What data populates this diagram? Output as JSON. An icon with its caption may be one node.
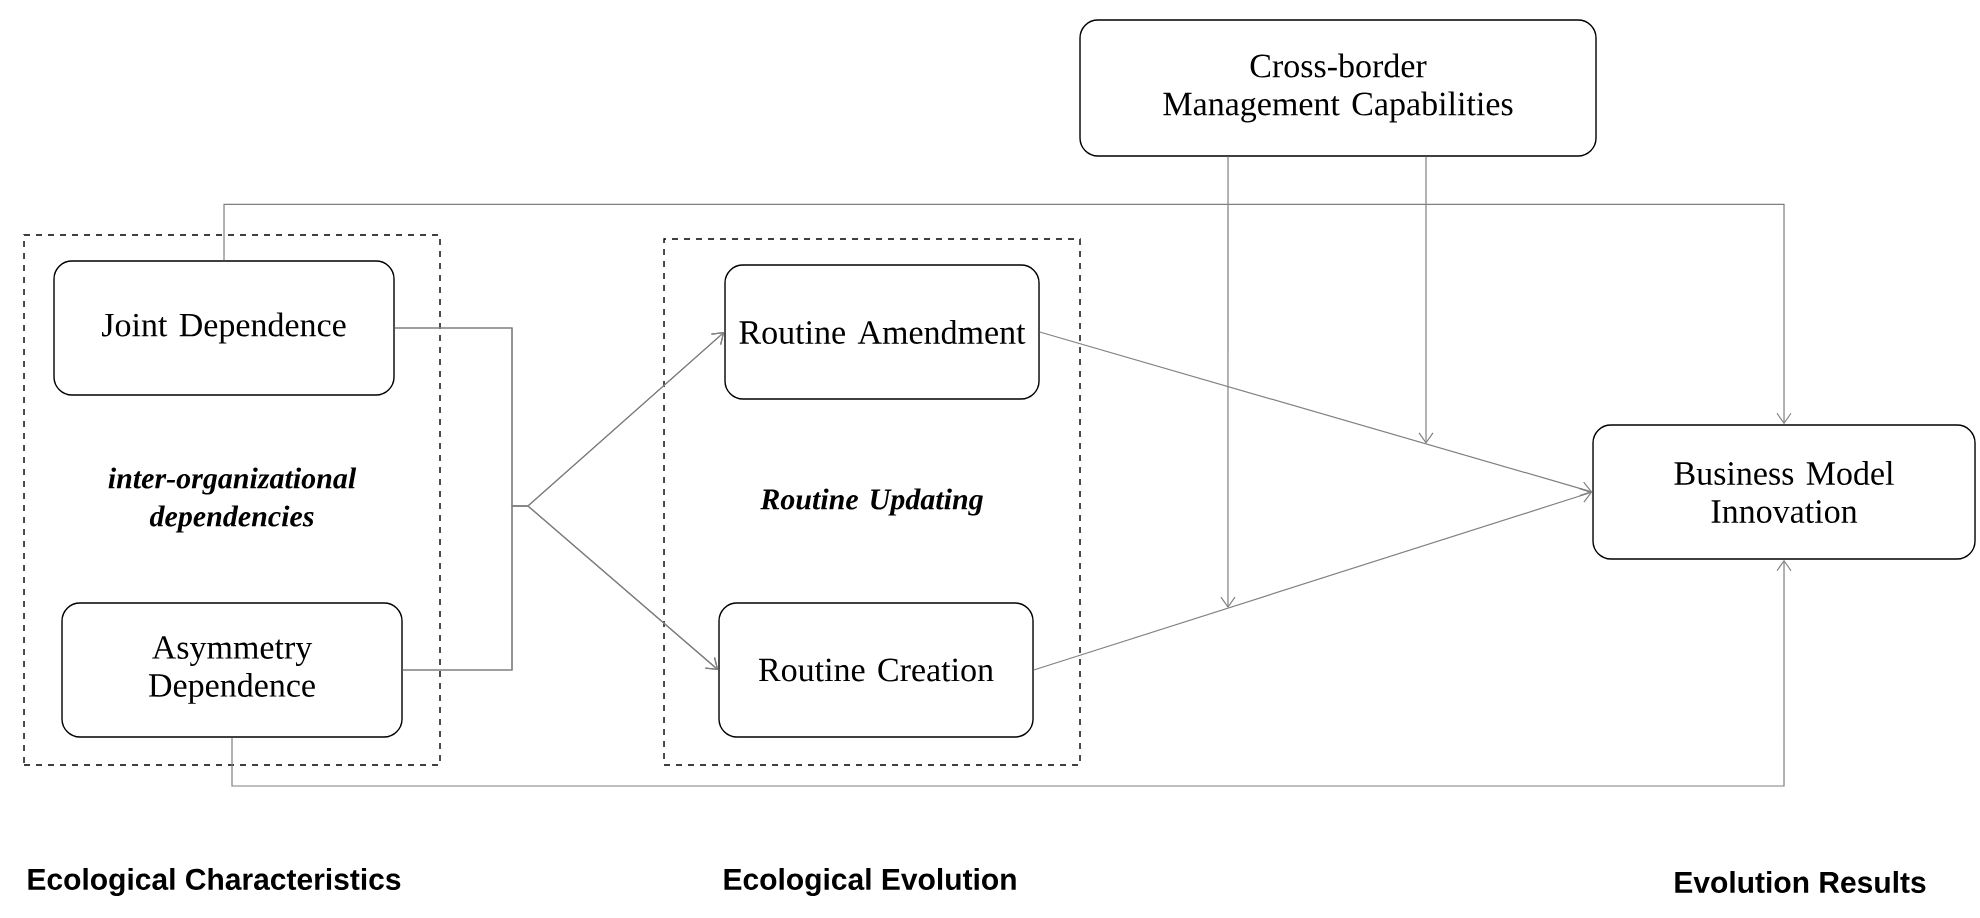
{
  "diagram": {
    "nodes": [
      {
        "text": [
          "inter-organizational dependencies"
        ]
      },
      {
        "text": [
          "Joint Dependence"
        ],
        "in": 0
      },
      {
        "text": [
          "Asymmetry Dependence"
        ],
        "in": 0
      },
      {
        "text": [
          "Routine Updating"
        ]
      },
      {
        "text": [
          "Routine Amendment"
        ],
        "in": 3
      },
      {
        "text": [
          "Routine Creation"
        ],
        "in": 3
      },
      {
        "text": [
          "Cross-border Management Capabilities"
        ]
      },
      {
        "text": [
          "Business Model Innovation"
        ]
      }
    ],
    "edges": [
      {
        "from": 1,
        "to": 4,
        "arrow": "to"
      },
      {
        "from": 1,
        "to": 5,
        "arrow": "to"
      },
      {
        "from": 2,
        "to": 4,
        "arrow": "to"
      },
      {
        "from": 2,
        "to": 5,
        "arrow": "to"
      },
      {
        "from": 1,
        "to": 7,
        "arrow": "to"
      },
      {
        "from": 2,
        "to": 7,
        "arrow": "to"
      },
      {
        "from": 4,
        "to": 7,
        "arrow": "to"
      },
      {
        "from": 5,
        "to": 7,
        "arrow": "to"
      },
      {
        "from": 6,
        "to": null,
        "arrow": "to"
      },
      {
        "from": 6,
        "to": null,
        "arrow": "to"
      }
    ],
    "labels": [
      "Ecological Characteristics",
      "Ecological Evolution",
      "Evolution Results"
    ]
  }
}
